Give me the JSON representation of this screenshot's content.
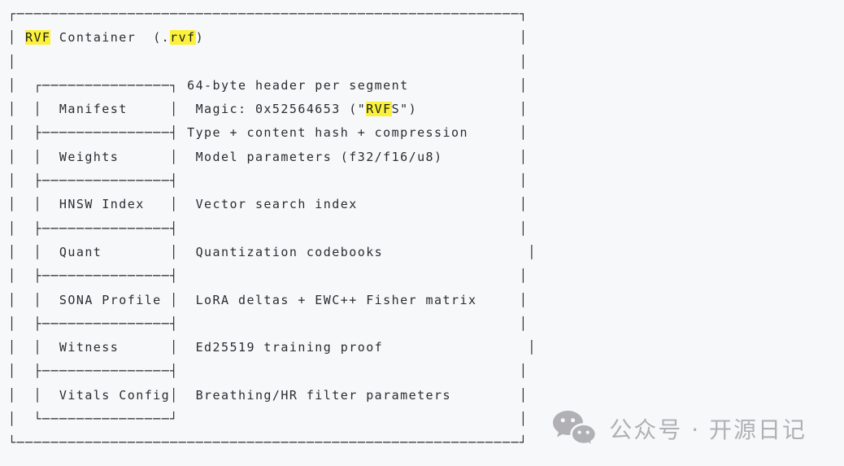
{
  "page": {
    "background_color": "#f7f8f9",
    "text_color": "#2b2c30",
    "highlight_color": "#fbf13a"
  },
  "diagram": {
    "title": "RVF Container (.rvf)",
    "header_notes": [
      "64-byte header per segment",
      "Magic: 0x52564653 (\"RVFS\")",
      "Type + content hash + compression"
    ],
    "segments": [
      {
        "name": "Manifest",
        "description": "Magic: 0x52564653 (\"RVFS\")"
      },
      {
        "name": "Weights",
        "description": "Model parameters (f32/f16/u8)"
      },
      {
        "name": "HNSW Index",
        "description": "Vector search index"
      },
      {
        "name": "Quant",
        "description": "Quantization codebooks"
      },
      {
        "name": "SONA Profile",
        "description": "LoRA deltas + EWC++ Fisher matrix"
      },
      {
        "name": "Witness",
        "description": "Ed25519 training proof"
      },
      {
        "name": "Vitals Config",
        "description": "Breathing/HR filter parameters"
      }
    ],
    "lines": [
      [
        {
          "t": "┌───────────────────────────────────────────────────────────┐"
        }
      ],
      [
        {
          "t": "│ "
        },
        {
          "t": "RVF",
          "hl": true
        },
        {
          "t": " Container  (."
        },
        {
          "t": "rvf",
          "hl": true
        },
        {
          "t": ")                                     │"
        }
      ],
      [
        {
          "t": "│                                                           │"
        }
      ],
      [
        {
          "t": "│  ┌───────────────┐ 64-byte header per segment             │"
        }
      ],
      [
        {
          "t": "│  │  Manifest     │  Magic: 0x52564653 (\""
        },
        {
          "t": "RVF",
          "hl": true
        },
        {
          "t": "S\")            │"
        }
      ],
      [
        {
          "t": "│  ├───────────────┤ Type + content hash + compression      │"
        }
      ],
      [
        {
          "t": "│  │  Weights      │  Model parameters (f32/f16/u8)         │"
        }
      ],
      [
        {
          "t": "│  ├───────────────┤                                        │"
        }
      ],
      [
        {
          "t": "│  │  HNSW Index   │  Vector search index                   │"
        }
      ],
      [
        {
          "t": "│  ├───────────────┤                                        │"
        }
      ],
      [
        {
          "t": "│  │  Quant        │  Quantization codebooks                 │"
        }
      ],
      [
        {
          "t": "│  ├───────────────┤                                        │"
        }
      ],
      [
        {
          "t": "│  │  SONA Profile │  LoRA deltas + EWC++ Fisher matrix     │"
        }
      ],
      [
        {
          "t": "│  ├───────────────┤                                        │"
        }
      ],
      [
        {
          "t": "│  │  Witness      │  Ed25519 training proof                 │"
        }
      ],
      [
        {
          "t": "│  ├───────────────┤                                        │"
        }
      ],
      [
        {
          "t": "│  │  Vitals Config│  Breathing/HR filter parameters        │"
        }
      ],
      [
        {
          "t": "│  └───────────────┘                                        │"
        }
      ],
      [
        {
          "t": "└───────────────────────────────────────────────────────────┘"
        }
      ]
    ]
  },
  "watermark": {
    "icon": "wechat-icon",
    "text": "公众号 · 开源日记",
    "color": "#b1b1b5"
  }
}
